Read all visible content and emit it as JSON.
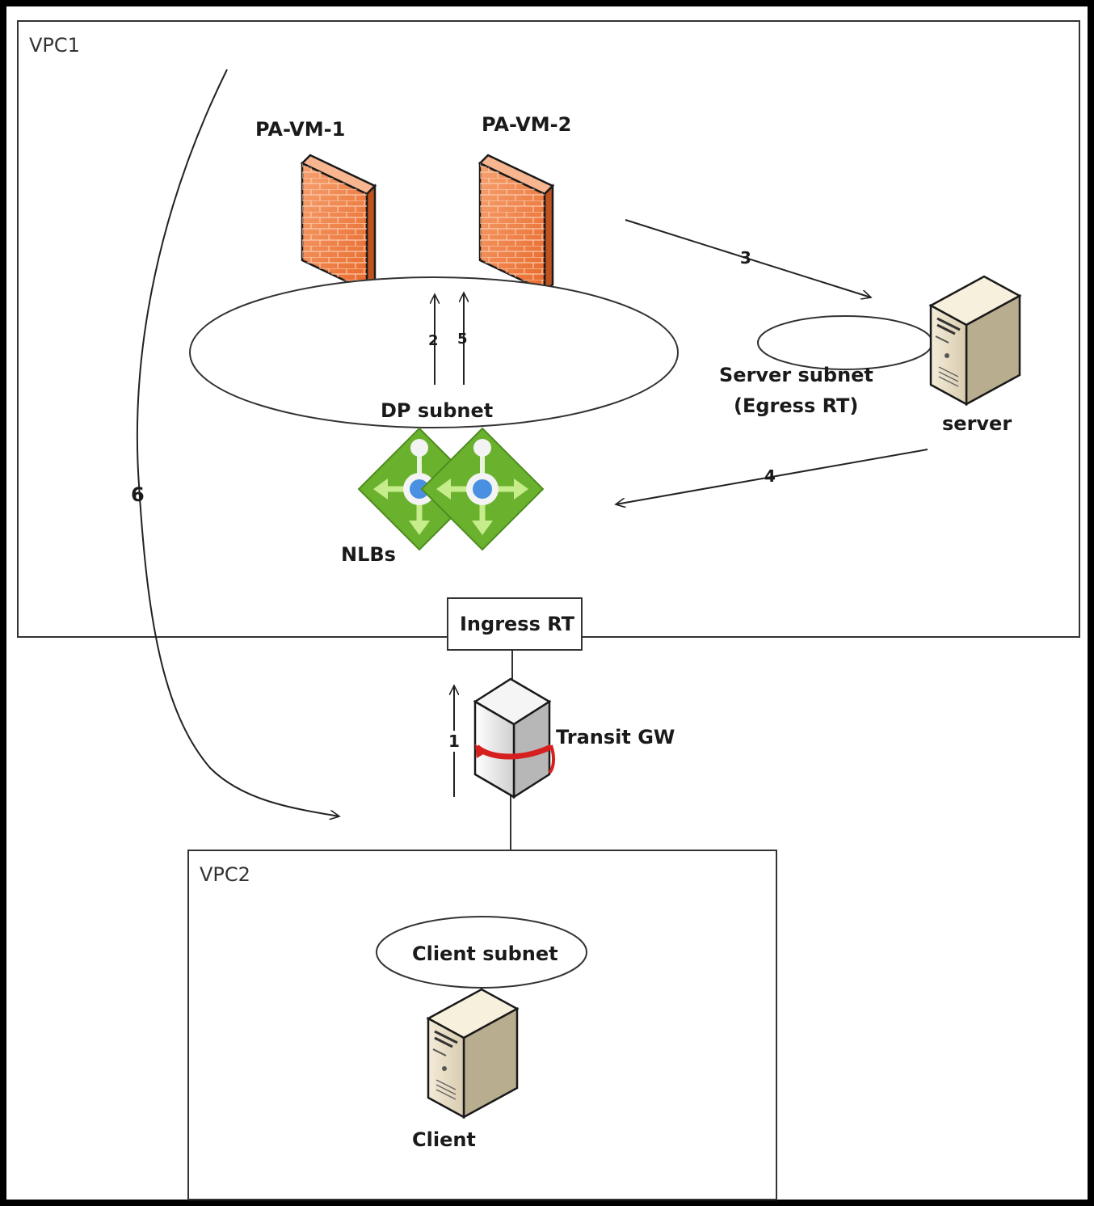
{
  "vpc1": {
    "label": "VPC1"
  },
  "vpc2": {
    "label": "VPC2"
  },
  "firewalls": [
    {
      "label": "PA-VM-1"
    },
    {
      "label": "PA-VM-2"
    }
  ],
  "dp_subnet": {
    "label": "DP subnet"
  },
  "nlbs": {
    "label": "NLBs"
  },
  "server_subnet": {
    "line1": "Server subnet",
    "line2": "(Egress RT)"
  },
  "server": {
    "label": "server"
  },
  "ingress_rt": {
    "label": "Ingress RT"
  },
  "transit_gw": {
    "label": "Transit GW"
  },
  "client_subnet": {
    "label": "Client subnet"
  },
  "client": {
    "label": "Client"
  },
  "flow_steps": [
    "1",
    "2",
    "3",
    "4",
    "5",
    "6"
  ],
  "colors": {
    "firewall_orange": "#f07a3a",
    "nlb_green": "#6ab22e",
    "nlb_dot_blue": "#4a90e2",
    "server_beige": "#e6dcc4",
    "tgw_red": "#d62020"
  }
}
